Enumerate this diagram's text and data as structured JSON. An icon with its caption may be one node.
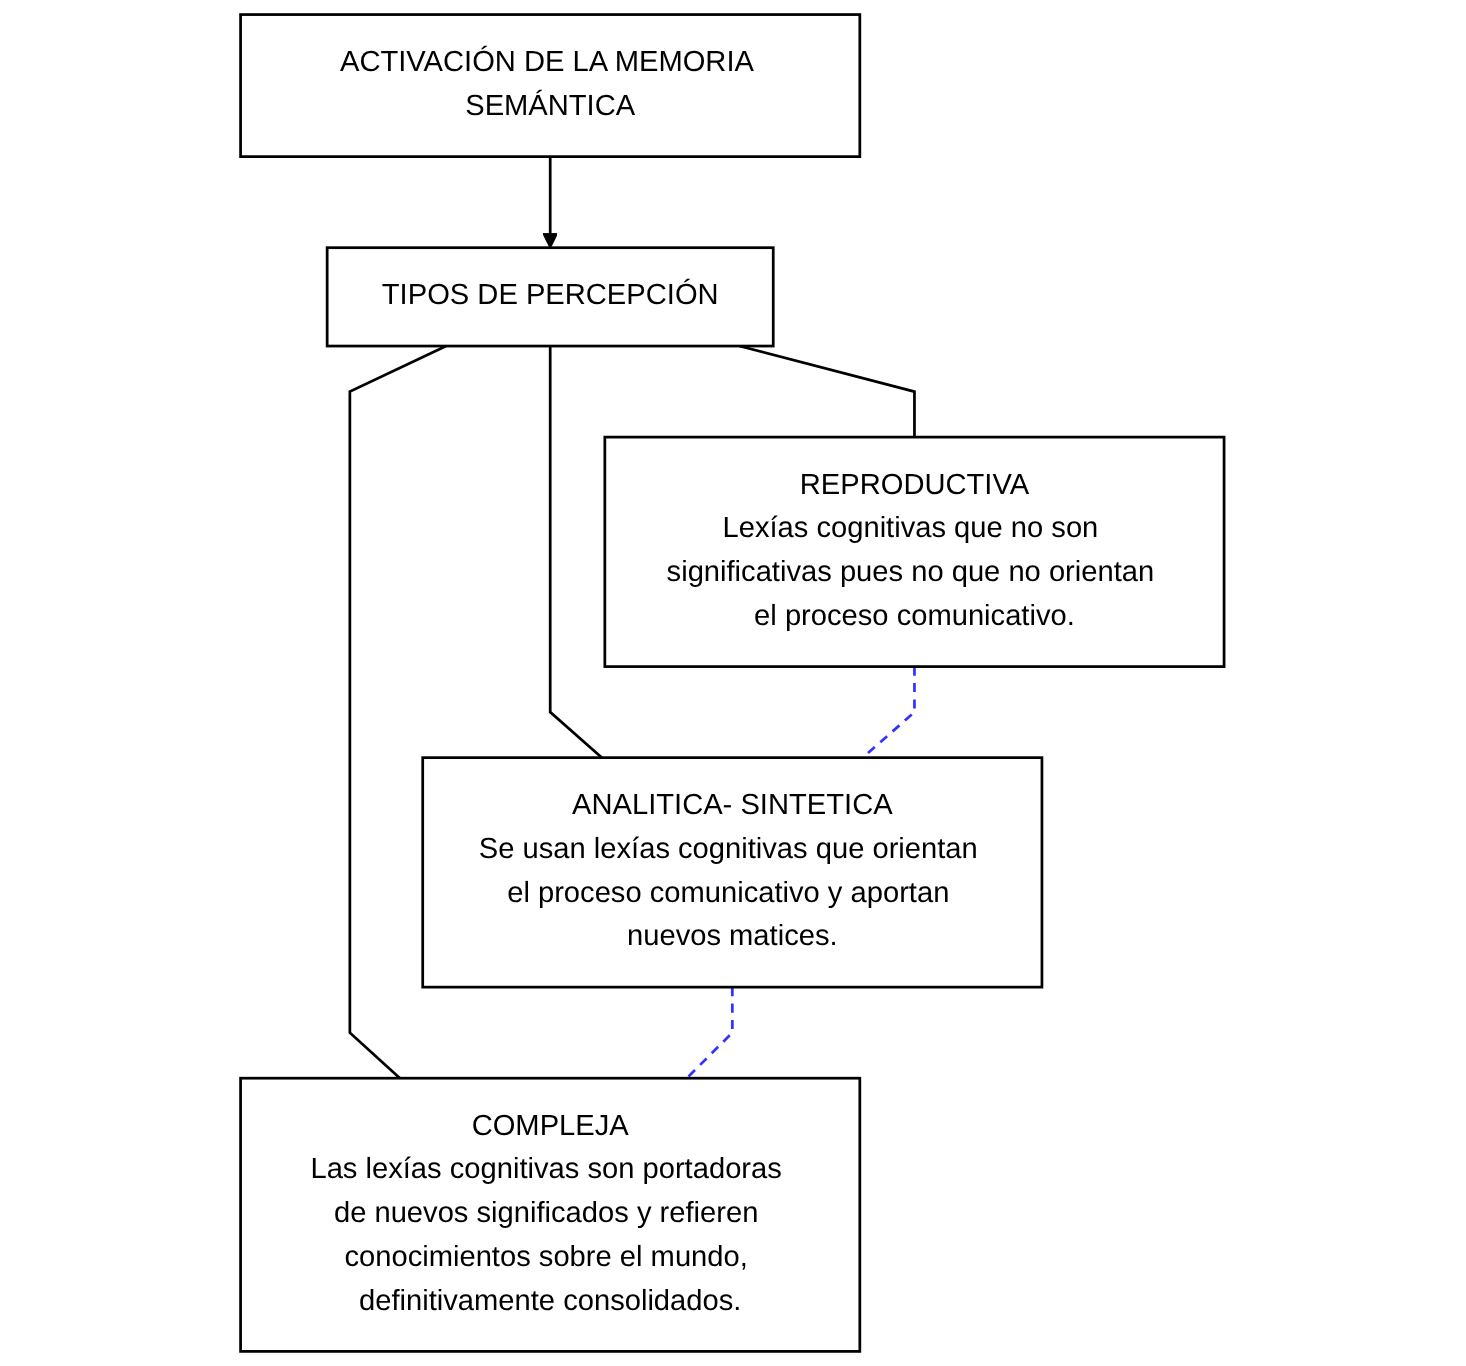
{
  "diagram": {
    "nodes": [
      {
        "text": [
          "ACTIVACIÓN DE LA MEMORIA SEMÁNTICA"
        ]
      },
      {
        "text": [
          "TIPOS DE PERCEPCIÓN"
        ]
      },
      {
        "text": [
          "COMPLEJA",
          "Las lexías cognitivas son portadoras de nuevos significados y refieren conocimientos sobre el mundo, definitivamente consolidados."
        ]
      },
      {
        "text": [
          "ANALITICA- SINTETICA",
          "Se usan lexías cognitivas que orientan el proceso comunicativo y aportan nuevos matices."
        ]
      },
      {
        "text": [
          "REPRODUCTIVA",
          "Lexías cognitivas que no son significativas pues no que no orientan el proceso comunicativo."
        ]
      }
    ],
    "edges": [
      {
        "from": 0,
        "to": 1,
        "arrow": "to"
      },
      {
        "from": 1,
        "to": 2,
        "arrow": "none"
      },
      {
        "from": 1,
        "to": 3,
        "arrow": "none"
      },
      {
        "from": 1,
        "to": 4,
        "arrow": "none"
      },
      {
        "from": 3,
        "to": 2,
        "arrow": "none",
        "style": "dashed",
        "color": "#3333ff"
      },
      {
        "from": 4,
        "to": 3,
        "arrow": "none",
        "style": "dashed",
        "color": "#3333ff"
      }
    ]
  }
}
